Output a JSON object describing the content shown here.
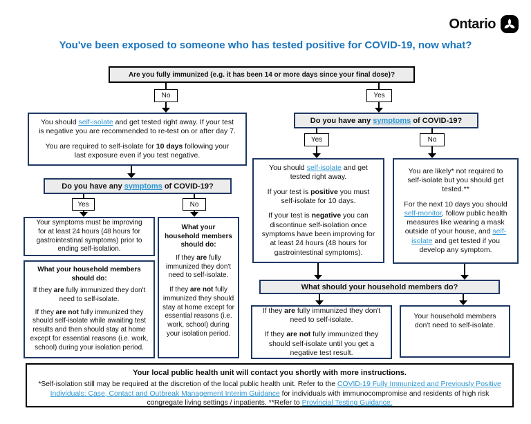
{
  "brand": {
    "wordmark": "Ontario"
  },
  "title": "You've been exposed to someone who has tested positive for COVID-19, now what?",
  "colors": {
    "title_blue": "#1c75bc",
    "link_blue": "#2e96d2",
    "navy_border": "#1f3864",
    "question_fill": "#ececec"
  },
  "labels": {
    "yes": "Yes",
    "no": "No"
  },
  "q_immunized": "Are you fully immunized (e.g. it has been 14 or more days since your final dose)?",
  "q_symptoms": {
    "a": "Do you have any ",
    "link": "symptoms",
    "b": " of COVID-19?"
  },
  "q_household": "What should your household members do?",
  "not_immunized": {
    "main": {
      "p1a": "You should ",
      "p1_link": "self-isolate",
      "p1b": " and get tested right away. If your test is negative you are recommended to re-test on or after day 7.",
      "p2a": "You are required to self-isolate for ",
      "p2_bold": "10 days",
      "p2b": " following your last exposure even if you test negative."
    },
    "symptoms_yes": {
      "improving": "Your symptoms must be improving for at least 24 hours (48 hours for gastrointestinal symptoms) prior to ending self-isolation.",
      "household": {
        "heading": "What your household members should do:",
        "p1a": "If they ",
        "p1_bold": "are",
        "p1b": " fully immunized they don't need to self-isolate.",
        "p2a": "If they ",
        "p2_bold": "are not",
        "p2b": " fully immunized they should self-isolate while awaiting test results and then should stay at home except for essential reasons (i.e. work, school) during your isolation period."
      }
    },
    "symptoms_no": {
      "household": {
        "heading": "What your household members should do:",
        "p1a": "If they ",
        "p1_bold": "are",
        "p1b": " fully immunized they don't need to self-isolate.",
        "p2a": "If they ",
        "p2_bold": "are not",
        "p2b": " fully immunized they should stay at home except for essential reasons (i.e. work, school) during your isolation period."
      }
    }
  },
  "immunized": {
    "symptoms_yes": {
      "p1a": "You should ",
      "p1_link": "self-isolate",
      "p1b": " and get tested right away.",
      "p2a": "If your test is ",
      "p2_bold": "positive",
      "p2b": " you must self-isolate for 10 days.",
      "p3a": "If your test is ",
      "p3_bold": "negative",
      "p3b": " you can discontinue self-isolation once symptoms have been improving for at least 24 hours (48 hours for gastrointestinal symptoms)."
    },
    "symptoms_no": {
      "p1": "You are likely* not required to self-isolate but you should get tested.**",
      "p2a": "For the next 10 days you should ",
      "p2_link1": "self-monitor",
      "p2b": ", follow public health measures like wearing a mask outside of your house, and ",
      "p2_link2": "self-isolate",
      "p2c": " and get tested if you develop any symptom."
    },
    "household_left": {
      "p1a": "If they ",
      "p1_bold": "are",
      "p1b": " fully immunized they don't need to self-isolate.",
      "p2a": "If they ",
      "p2_bold": "are not",
      "p2b": " fully immunized they should self-isolate until you get a negative test result."
    },
    "household_right": "Your household members don't need to self-isolate."
  },
  "footer": {
    "heading": "Your local public health unit will contact you shortly with more instructions.",
    "a": "*Self-isolation still may be required at the discretion of the local public health unit. Refer to the ",
    "link1": "COVID-19 Fully Immunized and Previously Positive Individuals: Case, Contact and Outbreak Management Interim Guidance",
    "b": " for individuals with immunocompromise and residents of high risk congregate living settings / inpatients. **Refer to ",
    "link2": "Provincial Testing Guidance."
  }
}
